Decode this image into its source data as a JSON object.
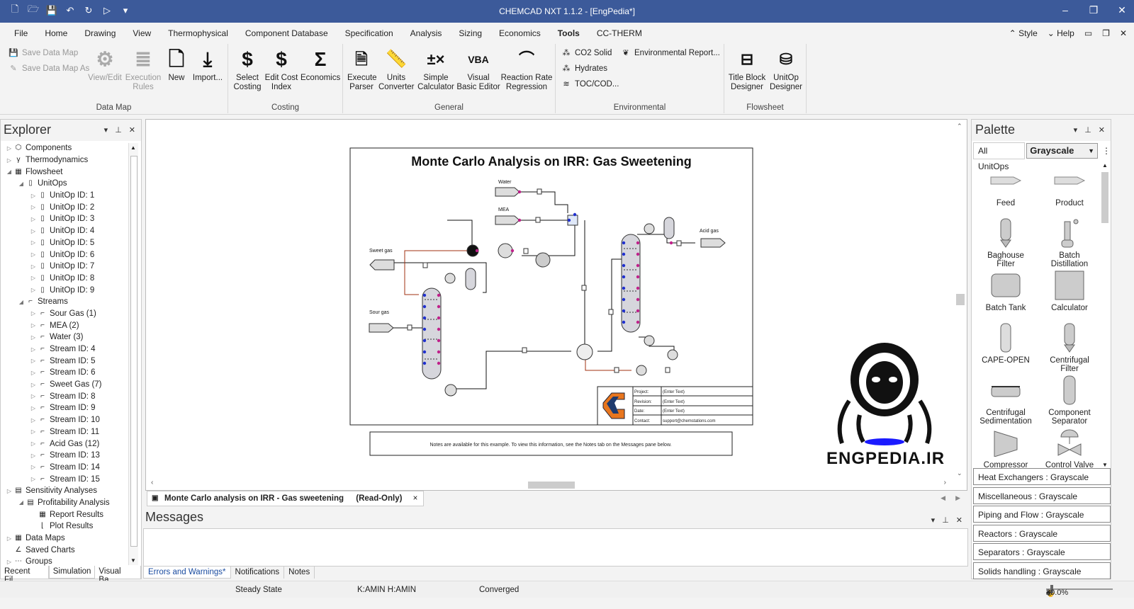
{
  "window": {
    "title": "CHEMCAD NXT 1.1.2 - [EngPedia*]"
  },
  "menu": {
    "items": [
      "File",
      "Home",
      "Drawing",
      "View",
      "Thermophysical",
      "Component Database",
      "Specification",
      "Analysis",
      "Sizing",
      "Economics",
      "Tools",
      "CC-THERM"
    ],
    "active": "Tools",
    "style": "Style",
    "help": "Help"
  },
  "ribbon": {
    "datamap": {
      "label": "Data Map",
      "save": "Save Data Map",
      "save_as": "Save Data Map As",
      "view_edit": "View/Edit",
      "execution": "Execution",
      "rules": "Rules",
      "new": "New",
      "import": "Import..."
    },
    "costing": {
      "label": "Costing",
      "select_1": "Select",
      "select_2": "Costing",
      "edit_1": "Edit Cost",
      "edit_2": "Index",
      "economics": "Economics"
    },
    "general": {
      "label": "General",
      "exec_1": "Execute",
      "exec_2": "Parser",
      "units_1": "Units",
      "units_2": "Converter",
      "calc_1": "Simple",
      "calc_2": "Calculator",
      "vba_1": "Visual",
      "vba_2": "Basic Editor",
      "rxn_1": "Reaction Rate",
      "rxn_2": "Regression"
    },
    "environmental": {
      "label": "Environmental",
      "co2": "CO2 Solid",
      "hydrates": "Hydrates",
      "toc": "TOC/COD...",
      "report": "Environmental Report..."
    },
    "flowsheet": {
      "label": "Flowsheet",
      "tb_1": "Title Block",
      "tb_2": "Designer",
      "uo_1": "UnitOp",
      "uo_2": "Designer"
    }
  },
  "explorer": {
    "title": "Explorer",
    "tree": [
      {
        "label": "Components",
        "level": 0,
        "tw": "▷",
        "icon": "components-icon"
      },
      {
        "label": "Thermodynamics",
        "level": 0,
        "tw": "▷",
        "icon": "thermo-icon"
      },
      {
        "label": "Flowsheet",
        "level": 0,
        "tw": "◢",
        "icon": "flowsheet-icon"
      },
      {
        "label": "UnitOps",
        "level": 1,
        "tw": "◢",
        "icon": "unitop-icon"
      },
      {
        "label": "UnitOp ID: 1",
        "level": 2,
        "tw": "▷",
        "icon": "unitop-icon"
      },
      {
        "label": "UnitOp ID: 2",
        "level": 2,
        "tw": "▷",
        "icon": "unitop-icon"
      },
      {
        "label": "UnitOp ID: 3",
        "level": 2,
        "tw": "▷",
        "icon": "unitop-icon"
      },
      {
        "label": "UnitOp ID: 4",
        "level": 2,
        "tw": "▷",
        "icon": "unitop-icon"
      },
      {
        "label": "UnitOp ID: 5",
        "level": 2,
        "tw": "▷",
        "icon": "unitop-icon"
      },
      {
        "label": "UnitOp ID: 6",
        "level": 2,
        "tw": "▷",
        "icon": "unitop-icon"
      },
      {
        "label": "UnitOp ID: 7",
        "level": 2,
        "tw": "▷",
        "icon": "unitop-icon"
      },
      {
        "label": "UnitOp ID: 8",
        "level": 2,
        "tw": "▷",
        "icon": "unitop-icon"
      },
      {
        "label": "UnitOp ID: 9",
        "level": 2,
        "tw": "▷",
        "icon": "unitop-icon"
      },
      {
        "label": "Streams",
        "level": 1,
        "tw": "◢",
        "icon": "stream-icon"
      },
      {
        "label": "Sour Gas (1)",
        "level": 2,
        "tw": "▷",
        "icon": "stream-icon"
      },
      {
        "label": "MEA (2)",
        "level": 2,
        "tw": "▷",
        "icon": "stream-icon"
      },
      {
        "label": "Water (3)",
        "level": 2,
        "tw": "▷",
        "icon": "stream-icon"
      },
      {
        "label": "Stream ID: 4",
        "level": 2,
        "tw": "▷",
        "icon": "stream-icon"
      },
      {
        "label": "Stream ID: 5",
        "level": 2,
        "tw": "▷",
        "icon": "stream-icon"
      },
      {
        "label": "Stream ID: 6",
        "level": 2,
        "tw": "▷",
        "icon": "stream-icon"
      },
      {
        "label": "Sweet Gas (7)",
        "level": 2,
        "tw": "▷",
        "icon": "stream-icon"
      },
      {
        "label": "Stream ID: 8",
        "level": 2,
        "tw": "▷",
        "icon": "stream-icon"
      },
      {
        "label": "Stream ID: 9",
        "level": 2,
        "tw": "▷",
        "icon": "stream-icon"
      },
      {
        "label": "Stream ID: 10",
        "level": 2,
        "tw": "▷",
        "icon": "stream-icon"
      },
      {
        "label": "Stream ID: 11",
        "level": 2,
        "tw": "▷",
        "icon": "stream-icon"
      },
      {
        "label": "Acid Gas (12)",
        "level": 2,
        "tw": "▷",
        "icon": "stream-icon"
      },
      {
        "label": "Stream ID: 13",
        "level": 2,
        "tw": "▷",
        "icon": "stream-icon"
      },
      {
        "label": "Stream ID: 14",
        "level": 2,
        "tw": "▷",
        "icon": "stream-icon"
      },
      {
        "label": "Stream ID: 15",
        "level": 2,
        "tw": "▷",
        "icon": "stream-icon"
      },
      {
        "label": "Sensitivity Analyses",
        "level": 0,
        "tw": "▷",
        "icon": "sensitivity-icon"
      },
      {
        "label": "Profitability Analysis",
        "level": 1,
        "tw": "◢",
        "icon": "profit-icon"
      },
      {
        "label": "Report Results",
        "level": 2,
        "tw": "",
        "icon": "report-icon"
      },
      {
        "label": "Plot Results",
        "level": 2,
        "tw": "",
        "icon": "plot-icon"
      },
      {
        "label": "Data Maps",
        "level": 0,
        "tw": "▷",
        "icon": "datamap-icon"
      },
      {
        "label": "Saved Charts",
        "level": 0,
        "tw": "",
        "icon": "chart-icon"
      },
      {
        "label": "Groups",
        "level": 0,
        "tw": "▷",
        "icon": "groups-icon"
      }
    ],
    "tabs": [
      "Recent Fil...",
      "Simulation",
      "Visual Ba..."
    ],
    "active_tab": "Simulation"
  },
  "flowsheet": {
    "title": "Monte Carlo Analysis on IRR: Gas Sweetening",
    "labels": {
      "water": "Water",
      "mea": "MEA",
      "sweet_gas": "Sweet gas",
      "sour_gas": "Sour gas",
      "acid_gas": "Acid gas"
    },
    "titleblock": [
      {
        "k": "Project:",
        "v": "(Enter Text)"
      },
      {
        "k": "Revision:",
        "v": "(Enter Text)"
      },
      {
        "k": "Date:",
        "v": "(Enter Text)"
      },
      {
        "k": "Contact:",
        "v": "support@chemstations.com"
      }
    ],
    "notes": "Notes are available for this example. To view this information, see the Notes tab on the Messages pane below."
  },
  "doctab": {
    "name": "Monte Carlo analysis on IRR - Gas sweetening",
    "readonly": "(Read-Only)",
    "close": "×"
  },
  "messages": {
    "title": "Messages",
    "tabs": [
      "Errors and Warnings*",
      "Notifications",
      "Notes"
    ],
    "active_tab": "Errors and Warnings*"
  },
  "palette": {
    "title": "Palette",
    "all_unitops": "All UnitOps",
    "scheme": "Grayscale",
    "items": [
      {
        "l1": "Feed",
        "l2": "",
        "icon": "feed-icon"
      },
      {
        "l1": "Product",
        "l2": "",
        "icon": "product-icon"
      },
      {
        "l1": "Baghouse",
        "l2": "Filter",
        "icon": "baghouse-icon"
      },
      {
        "l1": "Batch",
        "l2": "Distillation",
        "icon": "batch-distillation-icon"
      },
      {
        "l1": "Batch Tank",
        "l2": "",
        "icon": "batch-tank-icon"
      },
      {
        "l1": "Calculator",
        "l2": "",
        "icon": "calculator-icon"
      },
      {
        "l1": "CAPE-OPEN",
        "l2": "",
        "icon": "cape-open-icon"
      },
      {
        "l1": "Centrifugal",
        "l2": "Filter",
        "icon": "centrifugal-filter-icon"
      },
      {
        "l1": "Centrifugal",
        "l2": "Sedimentation",
        "icon": "sedimentation-icon"
      },
      {
        "l1": "Component",
        "l2": "Separator",
        "icon": "component-separator-icon"
      },
      {
        "l1": "Compressor",
        "l2": "",
        "icon": "compressor-icon"
      },
      {
        "l1": "Control Valve",
        "l2": "",
        "icon": "control-valve-icon"
      }
    ],
    "categories": [
      "Heat Exchangers : Grayscale",
      "Miscellaneous : Grayscale",
      "Piping and Flow : Grayscale",
      "Reactors : Grayscale",
      "Separators : Grayscale",
      "Solids handling : Grayscale"
    ]
  },
  "status": {
    "state": "Steady State",
    "user": "K:AMIN H:AMIN",
    "converged": "Converged",
    "zoom": "80.0%"
  },
  "watermark": {
    "text": "ENGPEDIA.IR"
  },
  "colors": {
    "titlebar": "#3c5a9a",
    "stream_red": "#a03010",
    "port_blue": "#2030d0",
    "port_pink": "#c0208a"
  }
}
